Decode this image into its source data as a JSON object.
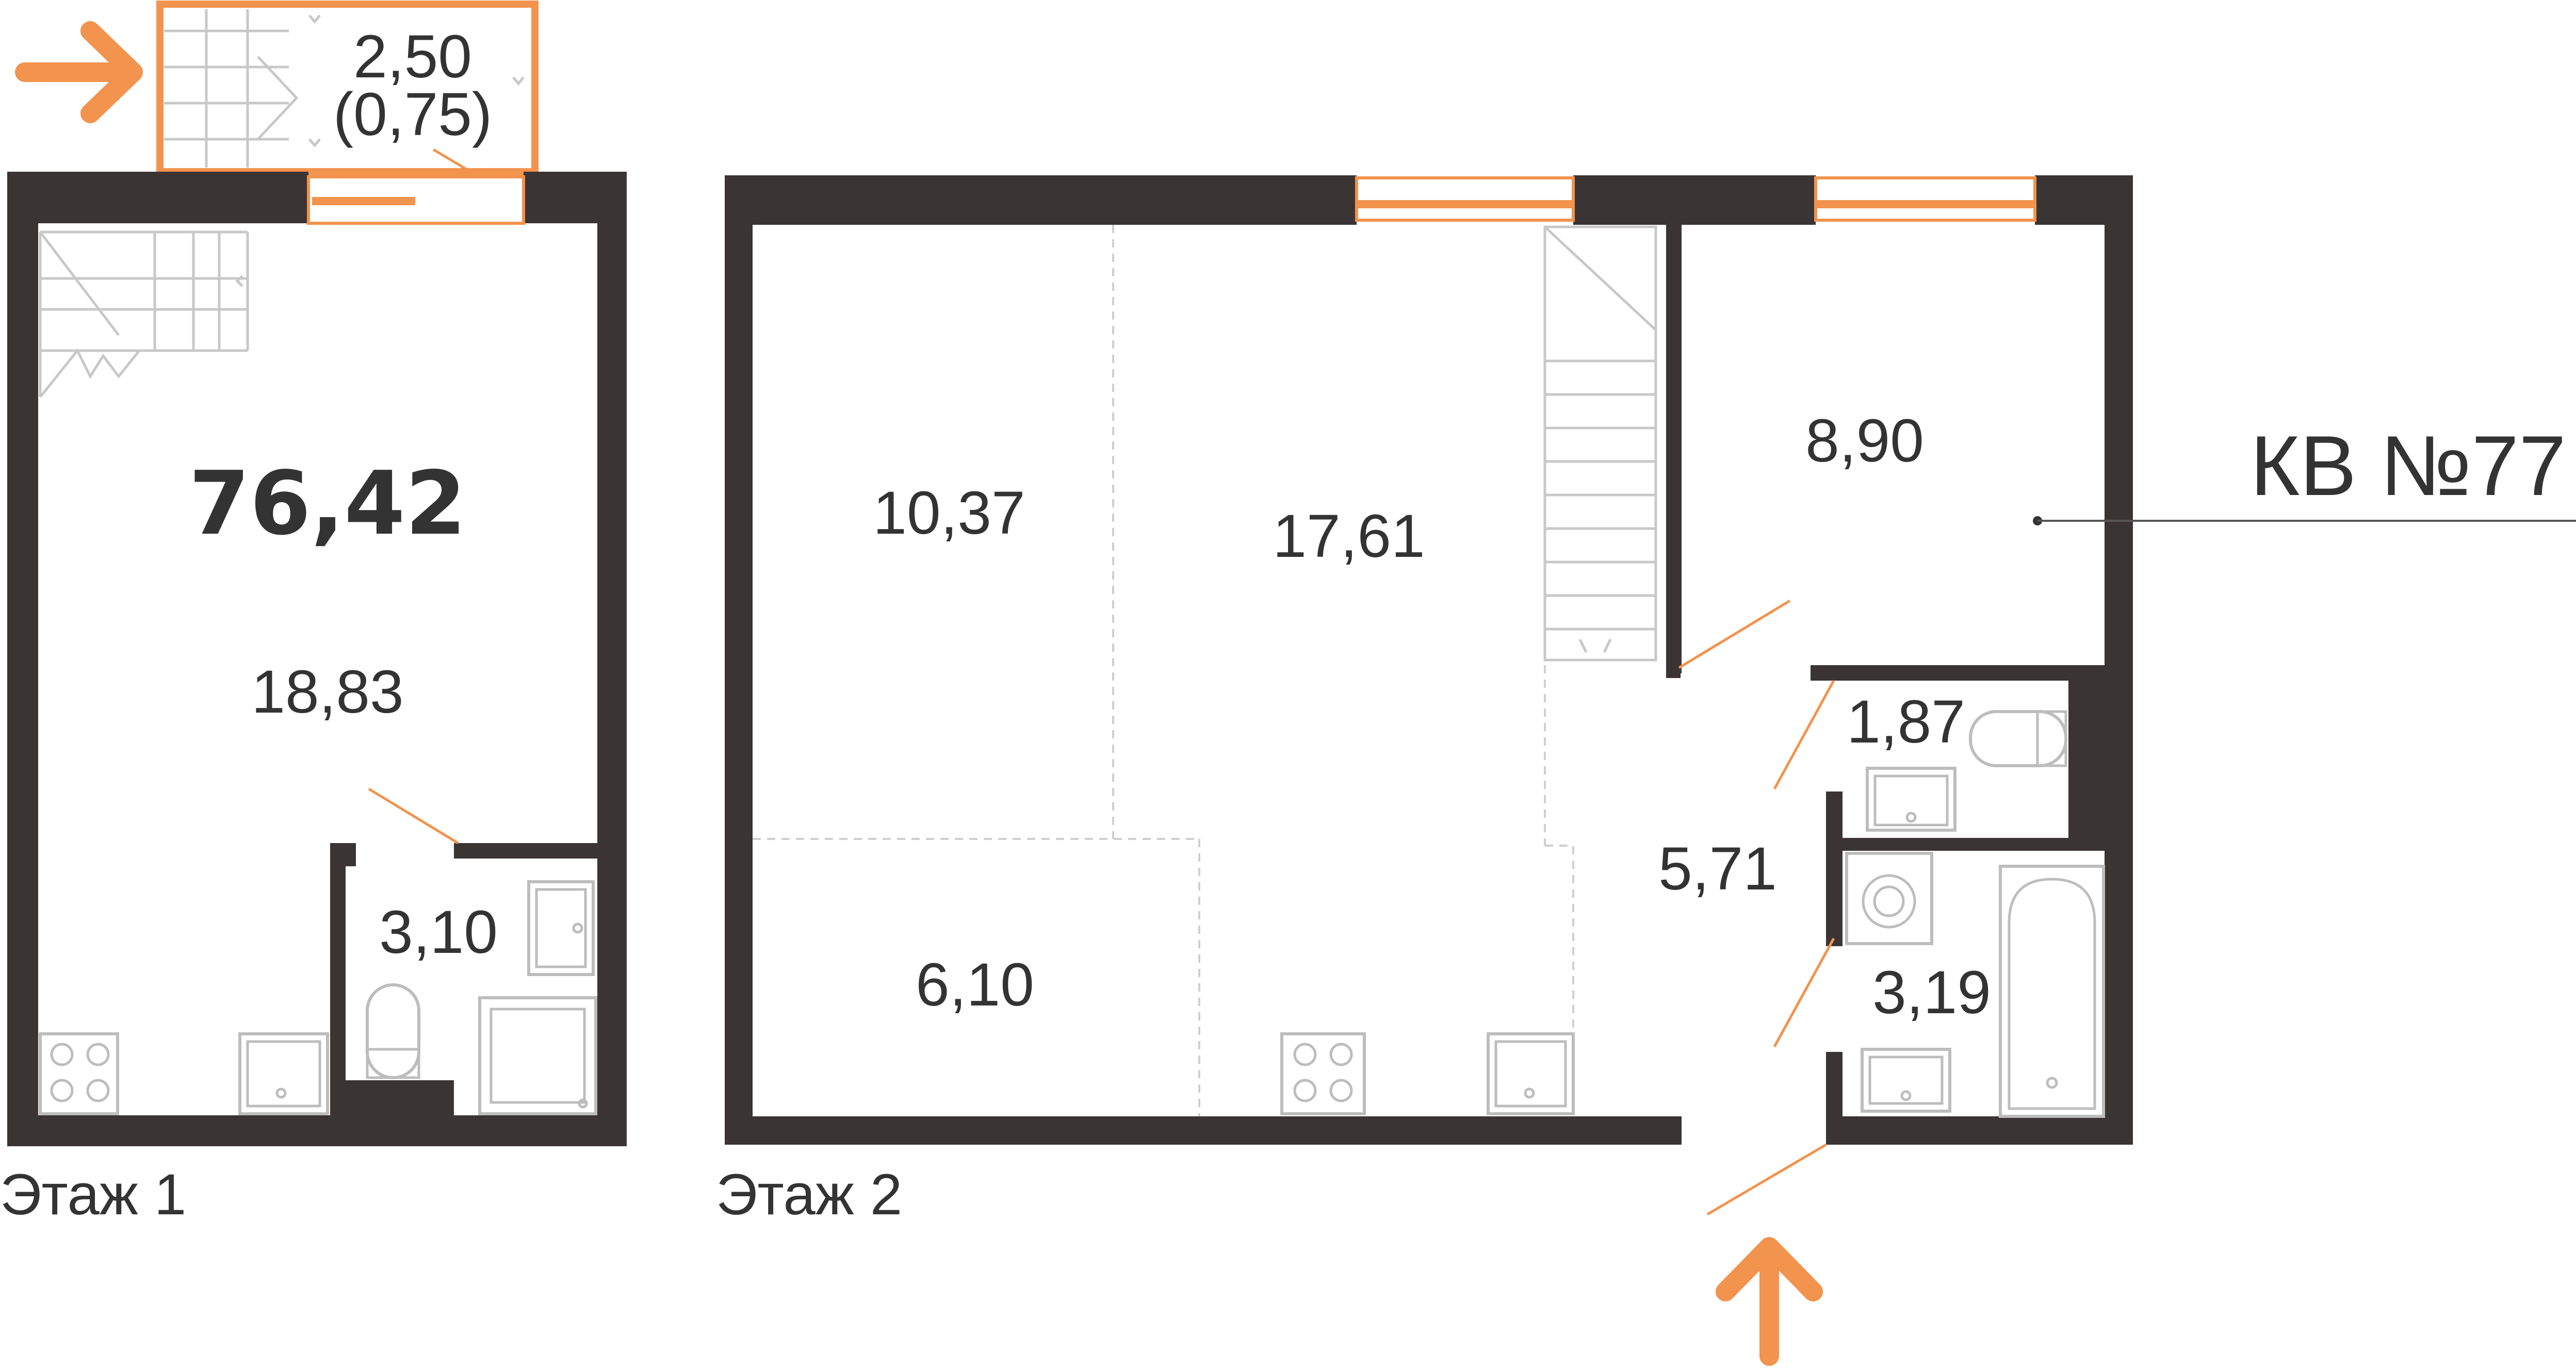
{
  "apartment": {
    "label": "КВ №77",
    "total_area": "76,42"
  },
  "floors": [
    {
      "label": "Этаж 1",
      "rooms": [
        {
          "id": "living",
          "area": "18,83"
        },
        {
          "id": "bathroom",
          "area": "3,10"
        }
      ],
      "balcony": {
        "area": "2,50",
        "reduced_area": "(0,75)"
      }
    },
    {
      "label": "Этаж 2",
      "rooms": [
        {
          "id": "room-left",
          "area": "10,37"
        },
        {
          "id": "room-center",
          "area": "17,61"
        },
        {
          "id": "room-right",
          "area": "8,90"
        },
        {
          "id": "niche",
          "area": "6,10"
        },
        {
          "id": "hall",
          "area": "5,71"
        },
        {
          "id": "wc",
          "area": "1,87"
        },
        {
          "id": "bath",
          "area": "3,19"
        }
      ]
    }
  ],
  "colors": {
    "wall": "#3b3434",
    "accent": "#f2934e",
    "fixture": "#bdbdbd",
    "text": "#333333"
  }
}
